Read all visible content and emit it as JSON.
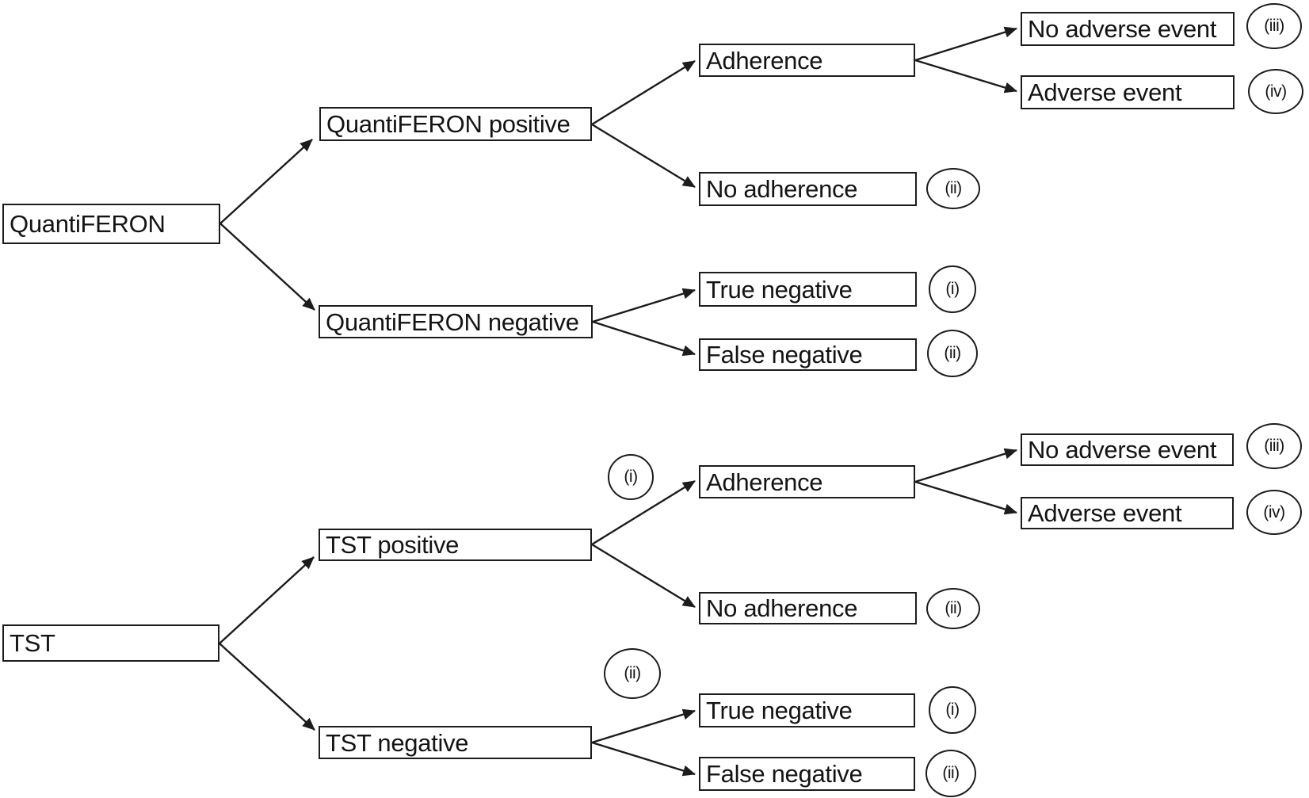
{
  "figure": {
    "type": "decision-tree-diagram",
    "background_color": "#ffffff",
    "line_color": "#1c1c1c",
    "box_fill": "#ffffff"
  },
  "quantiferon_tree": {
    "root": "QuantiFERON",
    "branches": {
      "positive": "QuantiFERON positive",
      "negative": "QuantiFERON negative"
    },
    "positive_outcomes": {
      "adherence": "Adherence",
      "no_adherence": "No adherence",
      "no_adherence_tag": "(ii)",
      "no_adverse_event": "No adverse event",
      "no_adverse_event_tag": "(iii)",
      "adverse_event": "Adverse event",
      "adverse_event_tag": "(iv)"
    },
    "negative_outcomes": {
      "true_negative": "True negative",
      "true_negative_tag": "(i)",
      "false_negative": "False negative",
      "false_negative_tag": "(ii)"
    }
  },
  "tst_tree": {
    "root": "TST",
    "branches": {
      "positive": "TST positive",
      "positive_tag": "(i)",
      "negative": "TST negative",
      "negative_tag": "(ii)"
    },
    "positive_outcomes": {
      "adherence": "Adherence",
      "no_adherence": "No adherence",
      "no_adherence_tag": "(ii)",
      "no_adverse_event": "No adverse event",
      "no_adverse_event_tag": "(iii)",
      "adverse_event": "Adverse event",
      "adverse_event_tag": "(iv)"
    },
    "negative_outcomes": {
      "true_negative": "True negative",
      "true_negative_tag": "(i)",
      "false_negative": "False negative",
      "false_negative_tag": "(ii)"
    }
  }
}
